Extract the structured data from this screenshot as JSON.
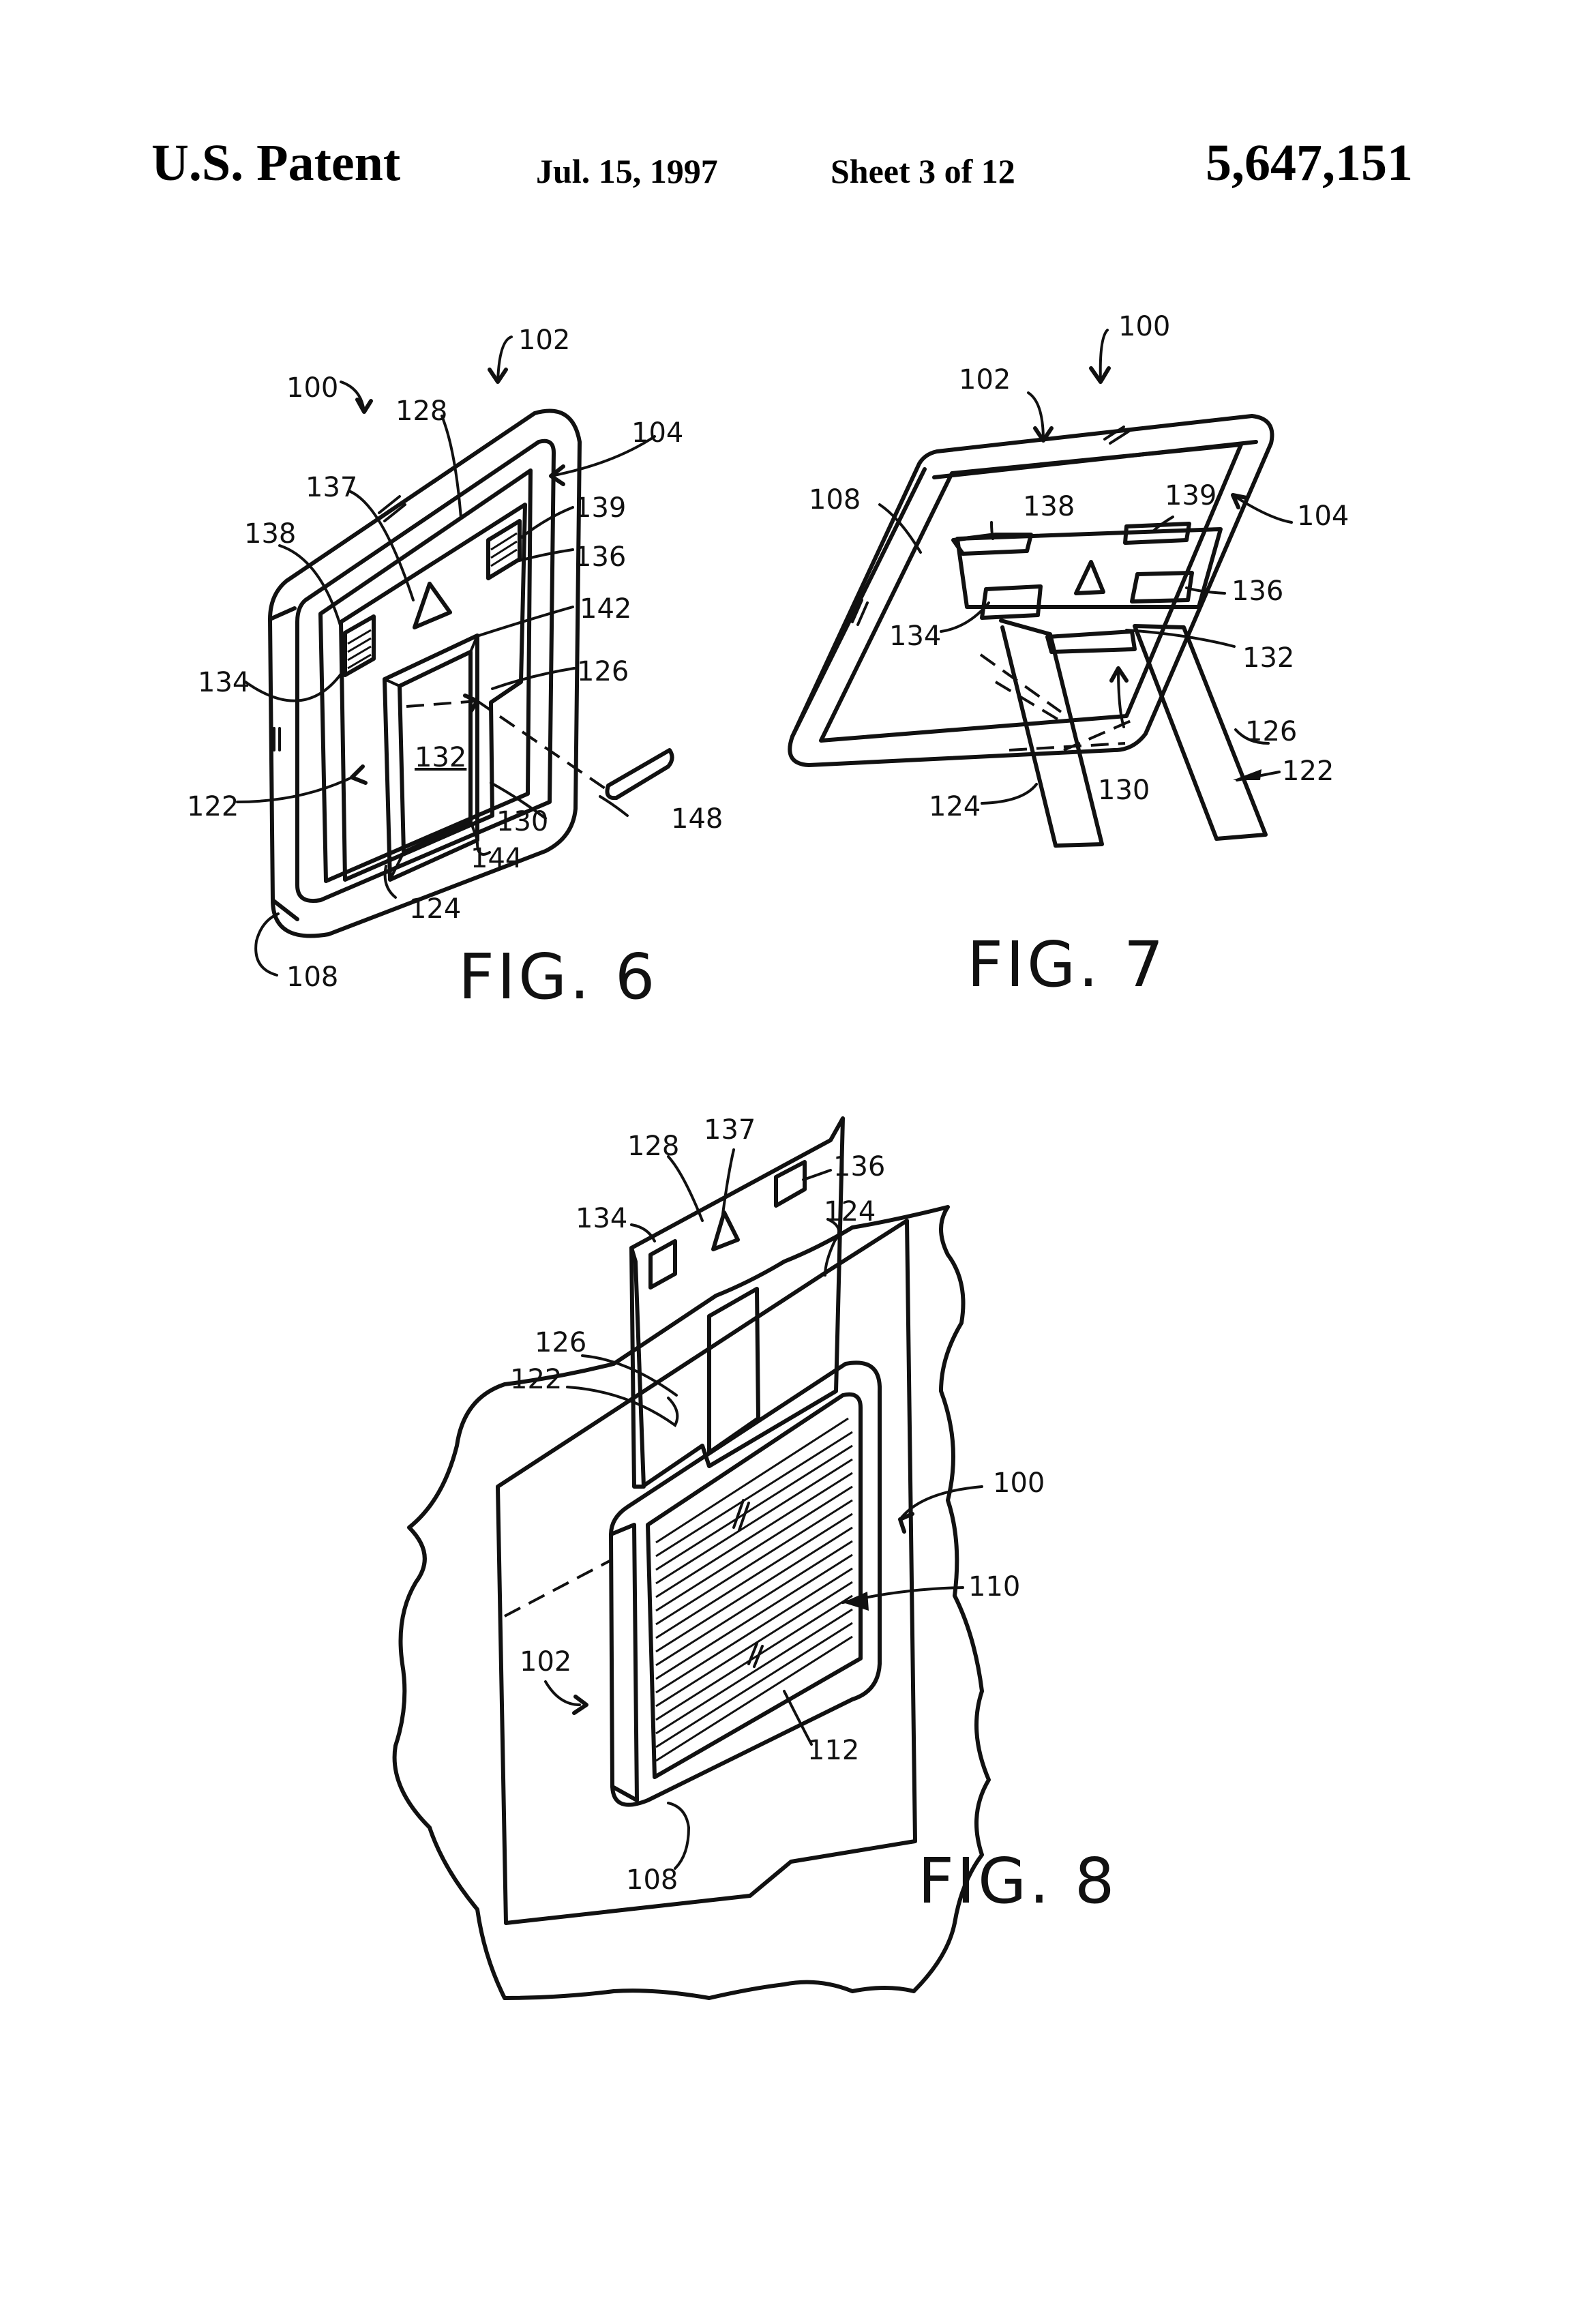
{
  "header": {
    "title": "U.S. Patent",
    "date": "Jul. 15, 1997",
    "sheet": "Sheet 3 of 12",
    "patent_number": "5,647,151"
  },
  "figures": {
    "fig6": {
      "caption": "FIG. 6",
      "refs": {
        "r100": "100",
        "r102": "102",
        "r104": "104",
        "r108": "108",
        "r122": "122",
        "r124": "124",
        "r126": "126",
        "r128": "128",
        "r130": "130",
        "r132": "132",
        "r134": "134",
        "r136": "136",
        "r137": "137",
        "r138": "138",
        "r139": "139",
        "r142": "142",
        "r144": "144",
        "r148": "148"
      }
    },
    "fig7": {
      "caption": "FIG. 7",
      "refs": {
        "r100": "100",
        "r102": "102",
        "r104": "104",
        "r108": "108",
        "r122": "122",
        "r124": "124",
        "r126": "126",
        "r130": "130",
        "r132": "132",
        "r134": "134",
        "r136": "136",
        "r138": "138",
        "r139": "139"
      }
    },
    "fig8": {
      "caption": "FIG. 8",
      "refs": {
        "r100": "100",
        "r102": "102",
        "r108": "108",
        "r110": "110",
        "r112": "112",
        "r122": "122",
        "r124": "124",
        "r126": "126",
        "r128": "128",
        "r134": "134",
        "r136": "136",
        "r137": "137"
      }
    }
  }
}
